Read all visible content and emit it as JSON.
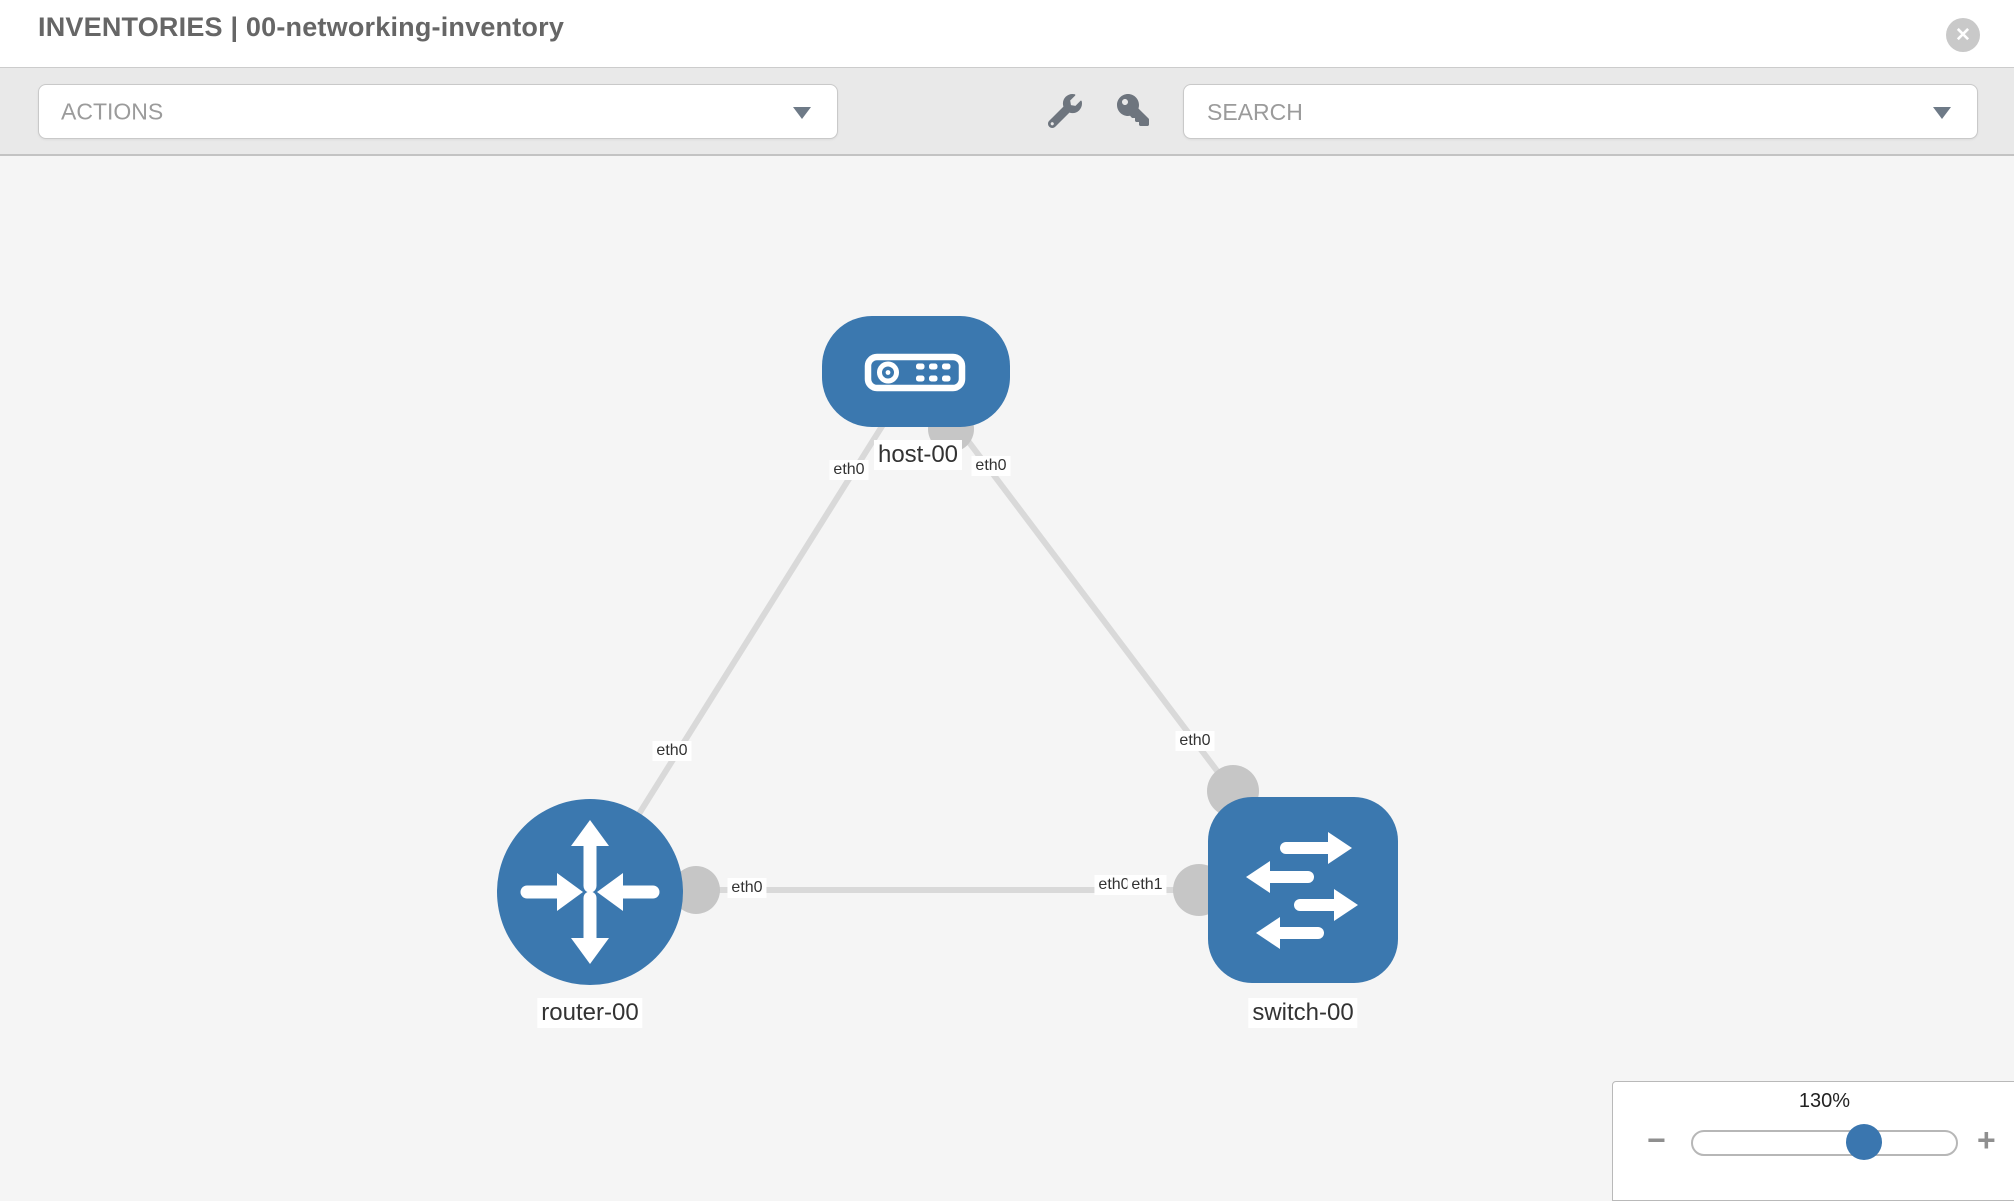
{
  "header": {
    "title": "INVENTORIES | 00-networking-inventory",
    "close_glyph": "✕"
  },
  "toolbar": {
    "actions_label": "ACTIONS",
    "search_placeholder": "SEARCH",
    "icons": [
      "wrench-icon",
      "key-icon",
      "chevron-down-icon"
    ]
  },
  "topology": {
    "nodes": [
      {
        "id": "host-00",
        "type": "host",
        "label": "host-00"
      },
      {
        "id": "router-00",
        "type": "router",
        "label": "router-00"
      },
      {
        "id": "switch-00",
        "type": "switch",
        "label": "switch-00"
      }
    ],
    "links": [
      {
        "from": "host-00",
        "to": "router-00"
      },
      {
        "from": "host-00",
        "to": "switch-00"
      },
      {
        "from": "router-00",
        "to": "switch-00"
      }
    ],
    "interface_labels": {
      "host_to_router": "eth0",
      "host_to_switch": "eth0",
      "router_to_host": "eth0",
      "router_to_switch": "eth0",
      "switch_to_router_under": "eth0",
      "switch_to_router": "eth1",
      "switch_to_host": "eth0"
    }
  },
  "zoom_control": {
    "level": "130%",
    "minus_glyph": "−",
    "plus_glyph": "+"
  },
  "colors": {
    "node_blue": "#3b78af",
    "port_gray": "#c6c6c6",
    "link_gray": "#d9d9d9",
    "canvas_bg": "#f5f5f5",
    "toolbar_bg": "#e9e9e9"
  }
}
